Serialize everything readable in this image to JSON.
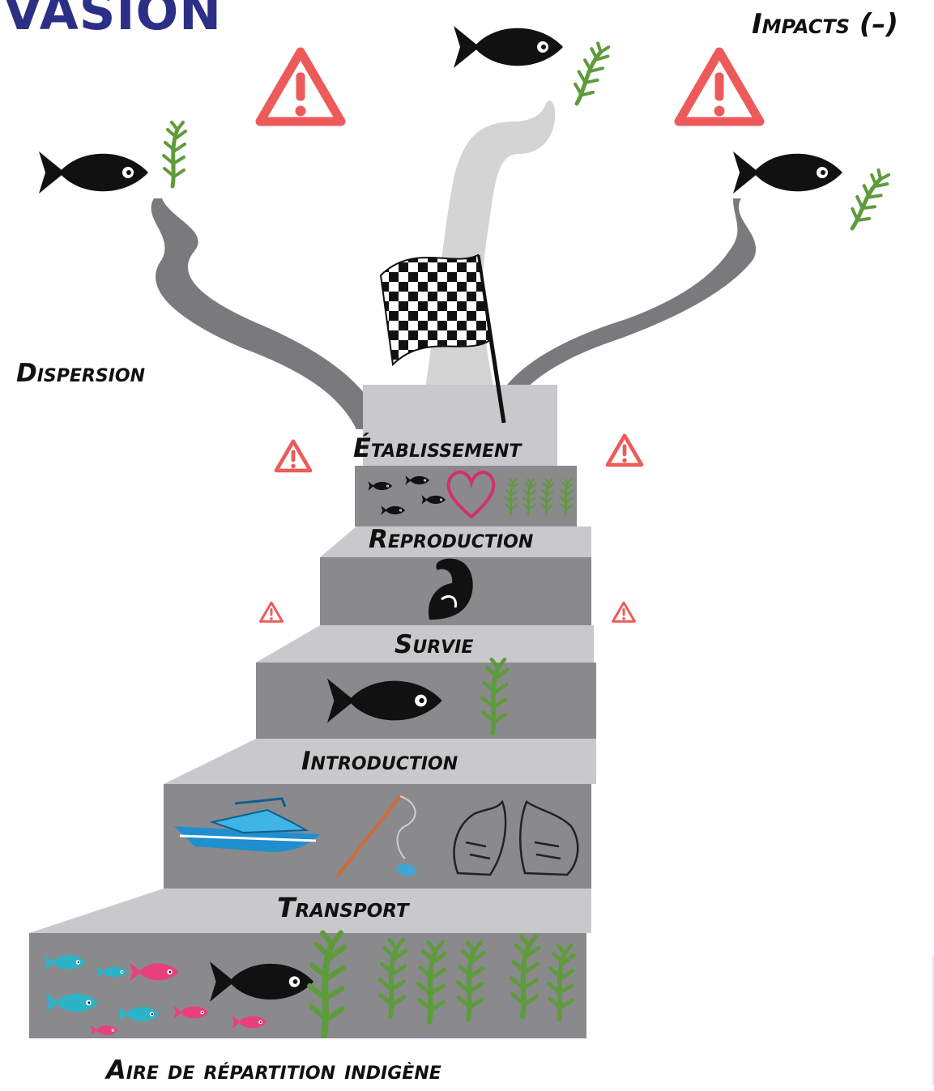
{
  "title": "VASION",
  "labels": {
    "impacts": "Impacts (–)",
    "dispersion": "Dispersion",
    "etablissement": "Établissement",
    "reproduction": "Reproduction",
    "survie": "Survie",
    "introduction": "Introduction",
    "transport": "Transport",
    "aire": "Aire de répartition indigène"
  },
  "colors": {
    "title": "#2b2f86",
    "stair_face": "#8a8a8c",
    "stair_tread": "#c9c9cb",
    "branch": "#7a7a7c",
    "smoke": "#d4d4d4",
    "warning": "#ee5a5a",
    "plant": "#5e9b3c",
    "fish_black": "#111111",
    "fish_cyan": "#2bb3c8",
    "fish_pink": "#e8407f",
    "heart": "#d2306f",
    "boat": "#1f8fcf"
  },
  "icons": [
    "warning-icon",
    "fish-icon",
    "plant-icon",
    "checkered-flag-icon",
    "heart-icon",
    "flexed-arm-icon",
    "boat-icon",
    "fishing-rod-icon",
    "hands-icon"
  ]
}
